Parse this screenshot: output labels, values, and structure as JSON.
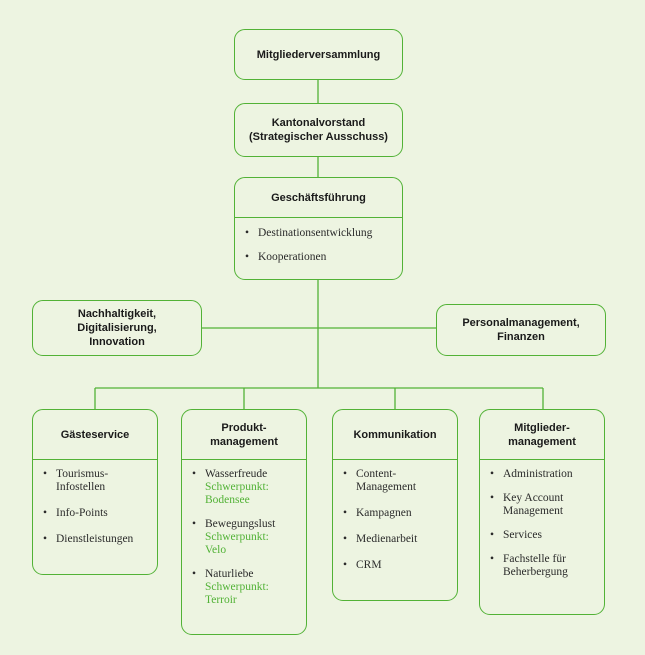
{
  "boxes": {
    "mitgliederversammlung": "Mitgliederversammlung",
    "kantonalvorstand": "Kantonalvorstand\n(Strategischer Ausschuss)",
    "geschaeftsfuehrung": {
      "title": "Geschäftsführung",
      "items": [
        "Destinationsentwicklung",
        "Kooperationen"
      ]
    },
    "nachhaltigkeit": "Nachhaltigkeit,\nDigitalisierung,\nInnovation",
    "personal": "Personalmanagement,\nFinanzen"
  },
  "departments": [
    {
      "title": "Gästeservice",
      "items": [
        {
          "text": "Tourismus-\nInfostellen"
        },
        {
          "text": "Info-Points"
        },
        {
          "text": "Dienstleistungen"
        }
      ]
    },
    {
      "title": "Produkt-\nmanagement",
      "items": [
        {
          "text": "Wasserfreude",
          "sub": "Schwerpunkt:\nBodensee"
        },
        {
          "text": "Bewegungslust",
          "sub": "Schwerpunkt:\nVelo"
        },
        {
          "text": "Naturliebe",
          "sub": "Schwerpunkt:\nTerroir"
        }
      ]
    },
    {
      "title": "Kommunikation",
      "items": [
        {
          "text": "Content-\nManagement"
        },
        {
          "text": "Kampagnen"
        },
        {
          "text": "Medienarbeit"
        },
        {
          "text": "CRM"
        }
      ]
    },
    {
      "title": "Mitglieder-\nmanagement",
      "items": [
        {
          "text": "Administration"
        },
        {
          "text": "Key Account\nManagement"
        },
        {
          "text": "Services"
        },
        {
          "text": "Fachstelle für\nBeherbergung"
        }
      ]
    }
  ],
  "colors": {
    "accent": "#52b236",
    "background": "#edf4e1",
    "text": "#1a1a1a"
  }
}
